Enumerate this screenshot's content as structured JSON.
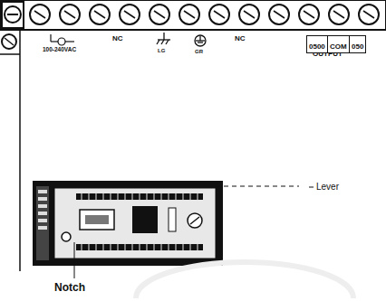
{
  "diagram": {
    "nodes": [
      {
        "text": [
          "0500"
        ]
      },
      {
        "text": [
          "COM"
        ]
      },
      {
        "text": [
          "050"
        ]
      }
    ],
    "labels": [
      "100-240VAC",
      "NC",
      "LG",
      "GR",
      "NC",
      "OUTPUT",
      "Lever",
      "Notch"
    ]
  }
}
